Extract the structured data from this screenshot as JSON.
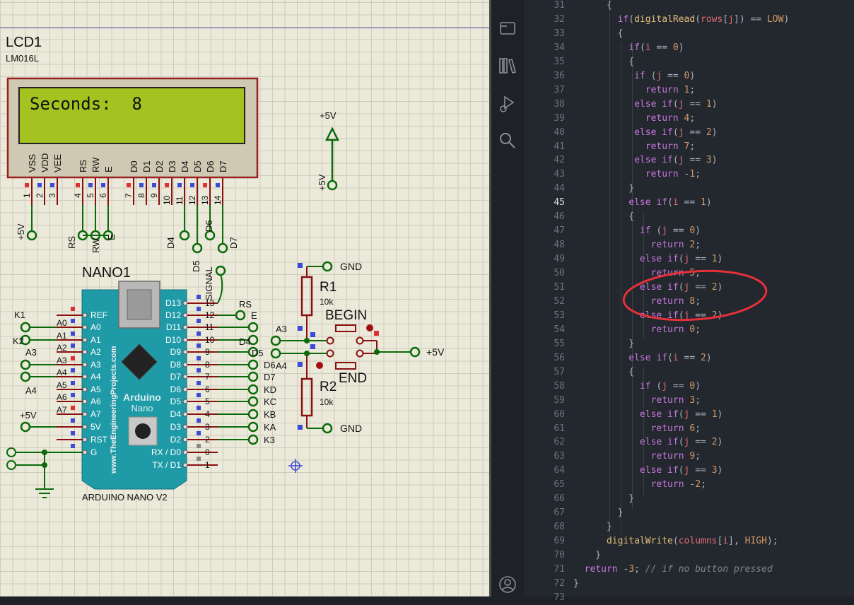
{
  "schematic": {
    "lcd": {
      "ref": "LCD1",
      "model": "LM016L",
      "display_text": "Seconds:  8",
      "pin_names": [
        "VSS",
        "VDD",
        "VEE",
        "RS",
        "RW",
        "E",
        "D0",
        "D1",
        "D2",
        "D3",
        "D4",
        "D5",
        "D6",
        "D7"
      ],
      "pin_numbers": [
        "1",
        "2",
        "3",
        "4",
        "5",
        "6",
        "7",
        "8",
        "9",
        "10",
        "11",
        "12",
        "13",
        "14"
      ],
      "net_labels": [
        "+5V",
        "RS",
        "RW",
        "E",
        "D4",
        "D5",
        "D6",
        "D7"
      ]
    },
    "power_label": "+5V",
    "nano": {
      "ref": "NANO1",
      "name": "ARDUINO NANO V2",
      "brand": "Arduino",
      "sub": "Nano",
      "website": "www.TheEngineeringProjects.com",
      "left_pins": [
        "REF",
        "A0",
        "A1",
        "A2",
        "A3",
        "A4",
        "A5",
        "A6",
        "A7",
        "5V",
        "RST",
        "G"
      ],
      "left_nets": [
        "",
        "A0",
        "A1",
        "A2",
        "A3",
        "A4",
        "A5",
        "A6",
        "A7",
        "",
        "",
        ""
      ],
      "right_pins": [
        "D13",
        "D12",
        "D11",
        "D10",
        "D9",
        "D8",
        "D7",
        "D6",
        "D5",
        "D4",
        "D3",
        "D2",
        "RX / D0",
        "TX / D1"
      ],
      "right_nums": [
        "13",
        "12",
        "11",
        "10",
        "9",
        "8",
        "7",
        "6",
        "5",
        "4",
        "3",
        "2",
        "0",
        "1"
      ],
      "right_nets": [
        "SIGNAL",
        "E",
        "",
        "D4",
        "D5",
        "D6",
        "D7",
        "KD",
        "KC",
        "KB",
        "KA",
        "K3",
        "",
        ""
      ],
      "left_ext_labels": [
        "K1",
        "K2",
        "A3",
        "A4",
        "+5V"
      ],
      "rs_label": "RS"
    },
    "r1": {
      "ref": "R1",
      "value": "10k"
    },
    "r2": {
      "ref": "R2",
      "value": "10k"
    },
    "gnd_label": "GND",
    "begin_label": "BEGIN",
    "end_label": "END",
    "btn_a3": "A3",
    "btn_a4": "A4",
    "btn_5v": "+5V"
  },
  "code": {
    "lines": [
      {
        "n": "31",
        "html": "      {"
      },
      {
        "n": "32",
        "html": "        <span class=\"kw\">if</span>(<span class=\"fn\">digitalRead</span>(<span class=\"vr\">rows</span>[<span class=\"vr\">j</span>]) == <span class=\"nm\">LOW</span>)"
      },
      {
        "n": "33",
        "html": "        {"
      },
      {
        "n": "34",
        "html": "          <span class=\"kw\">if</span>(<span class=\"vr\">i</span> == <span class=\"nm\">0</span>)"
      },
      {
        "n": "35",
        "html": "          {"
      },
      {
        "n": "36",
        "html": "           <span class=\"kw\">if</span> (<span class=\"vr\">j</span> == <span class=\"nm\">0</span>)"
      },
      {
        "n": "37",
        "html": "             <span class=\"kw\">return</span> <span class=\"nm\">1</span>;"
      },
      {
        "n": "38",
        "html": "           <span class=\"kw\">else if</span>(<span class=\"vr\">j</span> == <span class=\"nm\">1</span>)"
      },
      {
        "n": "39",
        "html": "             <span class=\"kw\">return</span> <span class=\"nm\">4</span>;"
      },
      {
        "n": "40",
        "html": "           <span class=\"kw\">else if</span>(<span class=\"vr\">j</span> == <span class=\"nm\">2</span>)"
      },
      {
        "n": "41",
        "html": "             <span class=\"kw\">return</span> <span class=\"nm\">7</span>;"
      },
      {
        "n": "42",
        "html": "           <span class=\"kw\">else if</span>(<span class=\"vr\">j</span> == <span class=\"nm\">3</span>)"
      },
      {
        "n": "43",
        "html": "             <span class=\"kw\">return</span> -<span class=\"nm\">1</span>;"
      },
      {
        "n": "44",
        "html": "          }"
      },
      {
        "n": "45",
        "html": "          <span class=\"kw\">else if</span>(<span class=\"vr\">i</span> == <span class=\"nm\">1</span>)"
      },
      {
        "n": "46",
        "html": "          {"
      },
      {
        "n": "47",
        "html": "            <span class=\"kw\">if</span> (<span class=\"vr\">j</span> == <span class=\"nm\">0</span>)"
      },
      {
        "n": "48",
        "html": "              <span class=\"kw\">return</span> <span class=\"nm\">2</span>;"
      },
      {
        "n": "49",
        "html": "            <span class=\"kw\">else if</span>(<span class=\"vr\">j</span> == <span class=\"nm\">1</span>)"
      },
      {
        "n": "50",
        "html": "              <span class=\"kw\">return</span> <span class=\"nm\">5</span>;"
      },
      {
        "n": "51",
        "html": "            <span class=\"kw\">else if</span>(<span class=\"vr\">j</span> == <span class=\"nm\">2</span>)"
      },
      {
        "n": "52",
        "html": "              <span class=\"kw\">return</span> <span class=\"nm\">8</span>;"
      },
      {
        "n": "53",
        "html": "            <span class=\"kw\">else if</span>(<span class=\"vr\">j</span> == <span class=\"nm\">2</span>)"
      },
      {
        "n": "54",
        "html": "              <span class=\"kw\">return</span> <span class=\"nm\">0</span>;"
      },
      {
        "n": "55",
        "html": "          }"
      },
      {
        "n": "56",
        "html": "          <span class=\"kw\">else if</span>(<span class=\"vr\">i</span> == <span class=\"nm\">2</span>)"
      },
      {
        "n": "57",
        "html": "          {"
      },
      {
        "n": "58",
        "html": "            <span class=\"kw\">if</span> (<span class=\"vr\">j</span> == <span class=\"nm\">0</span>)"
      },
      {
        "n": "59",
        "html": "              <span class=\"kw\">return</span> <span class=\"nm\">3</span>;"
      },
      {
        "n": "60",
        "html": "            <span class=\"kw\">else if</span>(<span class=\"vr\">j</span> == <span class=\"nm\">1</span>)"
      },
      {
        "n": "61",
        "html": "              <span class=\"kw\">return</span> <span class=\"nm\">6</span>;"
      },
      {
        "n": "62",
        "html": "            <span class=\"kw\">else if</span>(<span class=\"vr\">j</span> == <span class=\"nm\">2</span>)"
      },
      {
        "n": "63",
        "html": "              <span class=\"kw\">return</span> <span class=\"nm\">9</span>;"
      },
      {
        "n": "64",
        "html": "            <span class=\"kw\">else if</span>(<span class=\"vr\">j</span> == <span class=\"nm\">3</span>)"
      },
      {
        "n": "65",
        "html": "              <span class=\"kw\">return</span> -<span class=\"nm\">2</span>;"
      },
      {
        "n": "66",
        "html": "          }"
      },
      {
        "n": "67",
        "html": "        }"
      },
      {
        "n": "68",
        "html": "      }"
      },
      {
        "n": "69",
        "html": "      <span class=\"fn\">digitalWrite</span>(<span class=\"vr\">columns</span>[<span class=\"vr\">i</span>], <span class=\"nm\">HIGH</span>);"
      },
      {
        "n": "70",
        "html": "    }"
      },
      {
        "n": "71",
        "html": "  <span class=\"kw\">return</span> -<span class=\"nm\">3</span>; <span class=\"cm\">// if no button pressed</span>"
      },
      {
        "n": "72",
        "html": "}"
      },
      {
        "n": "73",
        "html": ""
      }
    ],
    "active_line": "45"
  },
  "activity_icons": [
    "explorer-icon",
    "library-icon",
    "run-debug-icon",
    "search-icon",
    "account-icon"
  ],
  "colors": {
    "editor_bg": "#23272e",
    "keyword": "#c678dd",
    "function": "#e5c07b",
    "variable": "#e06c75",
    "number": "#d19a66",
    "annotation": "#e8303a"
  }
}
